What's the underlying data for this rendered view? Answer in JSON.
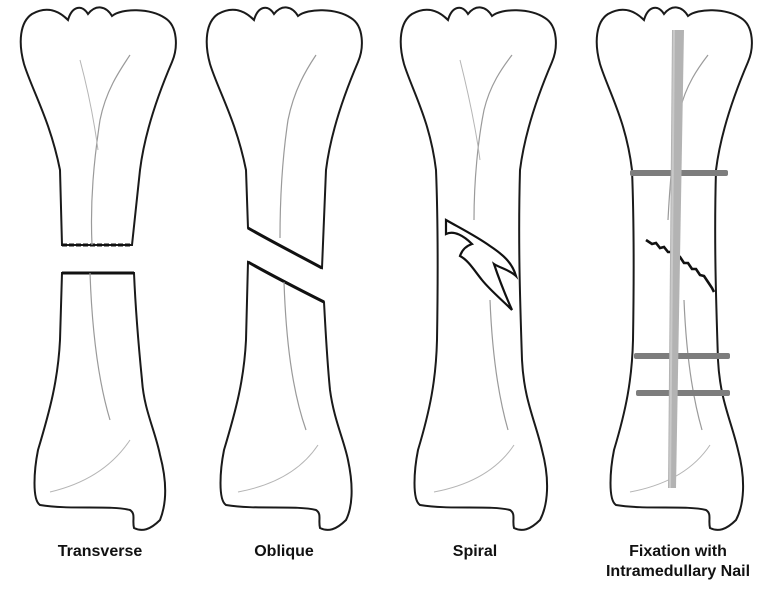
{
  "colors": {
    "background": "#ffffff",
    "outline": "#1a1a1a",
    "inner_line": "#9a9a9a",
    "fracture_line": "#111111",
    "nail": "#b3b3b3",
    "screw": "#7d7d7d"
  },
  "panels": [
    {
      "id": "transverse",
      "caption_lines": [
        "Transverse"
      ]
    },
    {
      "id": "oblique",
      "caption_lines": [
        "Oblique"
      ]
    },
    {
      "id": "spiral",
      "caption_lines": [
        "Spiral"
      ]
    },
    {
      "id": "fixation",
      "caption_lines": [
        "Fixation with",
        "Intramedullary Nail"
      ]
    }
  ]
}
